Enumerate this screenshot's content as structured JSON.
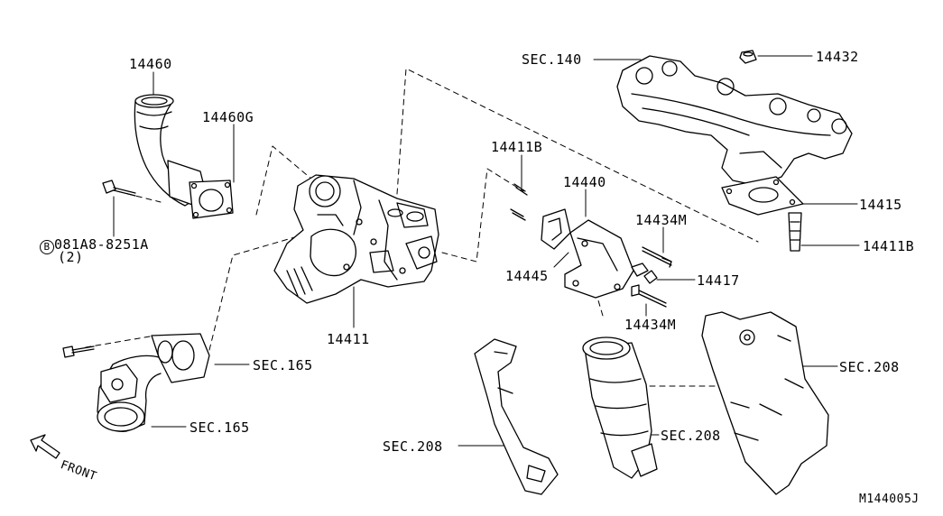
{
  "labels": {
    "p14460": "14460",
    "p14460g": "14460G",
    "bolt": "081A8-8251A",
    "bolt_qty": "(2)",
    "bolt_prefix": "B",
    "p14411": "14411",
    "sec165_top": "SEC.165",
    "sec165_bottom": "SEC.165",
    "front": "FRONT",
    "p14411b_top": "14411B",
    "p14440": "14440",
    "p14434m_top": "14434M",
    "p14445": "14445",
    "p14417": "14417",
    "p14434m_bottom": "14434M",
    "sec208_left": "SEC.208",
    "sec208_mid": "SEC.208",
    "sec208_right": "SEC.208",
    "sec140": "SEC.140",
    "p14432": "14432",
    "p14415": "14415",
    "p14411b_right": "14411B",
    "figure_code": "M144005J"
  }
}
